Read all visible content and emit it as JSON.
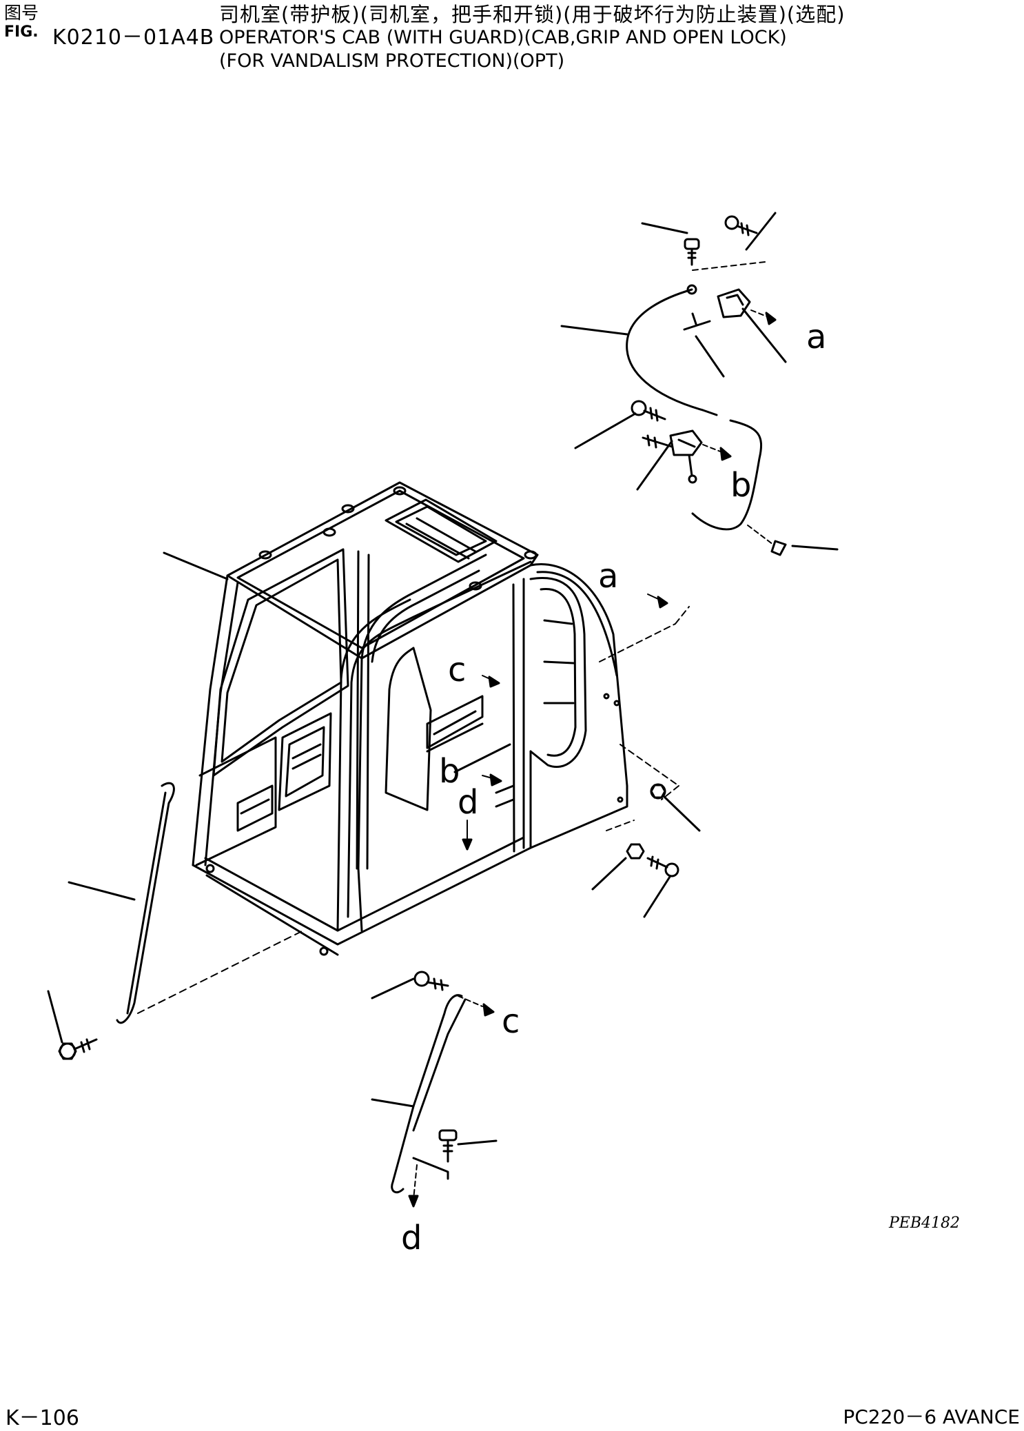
{
  "header": {
    "fig_label_cn": "图号",
    "fig_label_en": "FIG.",
    "fig_code": "K0210－01A4B",
    "title_cn": "司机室(带护板)(司机室，把手和开锁)(用于破坏行为防止装置)(选配)",
    "title_en_line1": "OPERATOR'S CAB (WITH GUARD)(CAB,GRIP AND OPEN LOCK)",
    "title_en_line2": "(FOR VANDALISM PROTECTION)(OPT)"
  },
  "drawing": {
    "drawing_code": "PEB4182",
    "reference_letters": {
      "a_top": "a",
      "b_top": "b",
      "a_cab": "a",
      "c_cab": "c",
      "b_cab": "b",
      "d_cab": "d",
      "c_bottom": "c",
      "d_bottom": "d"
    }
  },
  "footer": {
    "page": "K－106",
    "model": "PC220－6 AVANCE"
  }
}
